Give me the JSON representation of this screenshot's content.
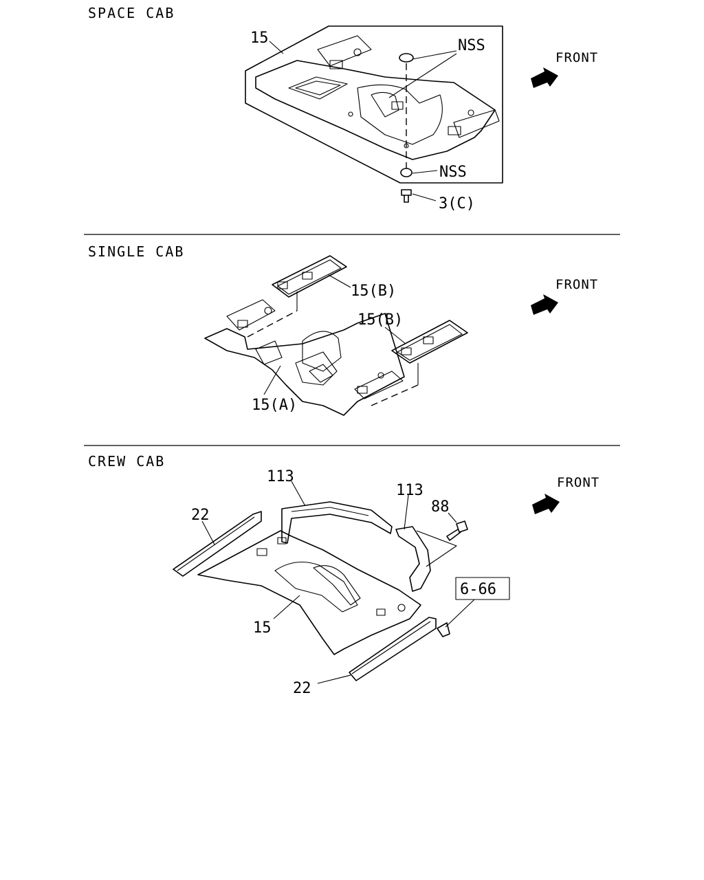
{
  "sections": {
    "space_cab": {
      "heading": "SPACE CAB",
      "front": "FRONT",
      "labels": {
        "part_15": "15",
        "nss_top": "NSS",
        "nss_bottom": "NSS",
        "part_3c": "3(C)"
      }
    },
    "single_cab": {
      "heading": "SINGLE CAB",
      "front": "FRONT",
      "labels": {
        "part_15b_top": "15(B)",
        "part_15b_right": "15(B)",
        "part_15a": "15(A)"
      }
    },
    "crew_cab": {
      "heading": "CREW CAB",
      "front": "FRONT",
      "labels": {
        "part_113_left": "113",
        "part_113_right": "113",
        "part_88": "88",
        "part_22_top": "22",
        "part_15": "15",
        "ref_6_66": "6-66",
        "part_22_bottom": "22"
      }
    }
  },
  "icons": {
    "front_arrow": "front-arrow-icon"
  }
}
